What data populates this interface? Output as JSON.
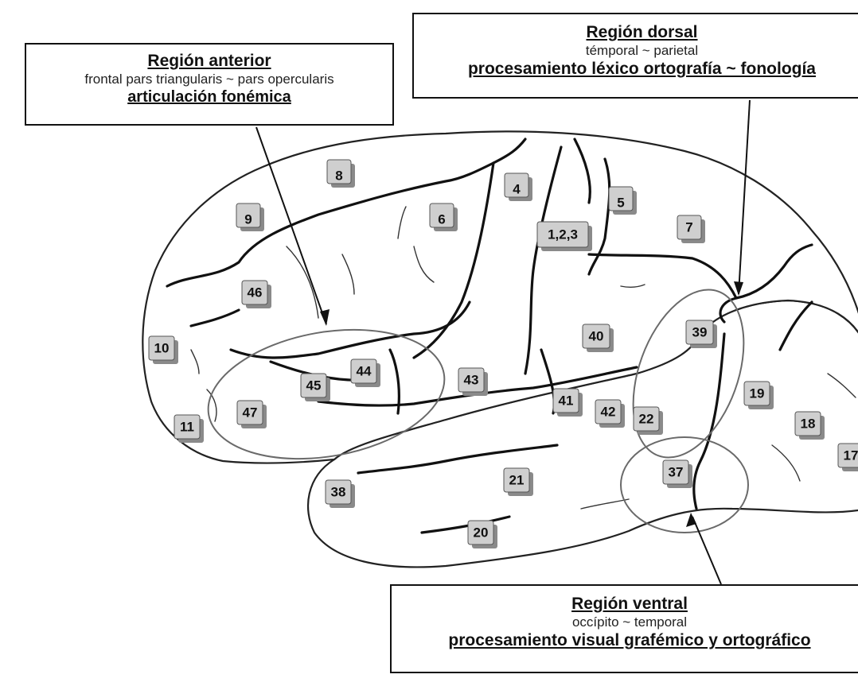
{
  "regions": {
    "anterior": {
      "title": "Región anterior",
      "location": "frontal pars triangularis ~ pars opercularis",
      "function": "articulación fonémica"
    },
    "dorsal": {
      "title": "Región dorsal",
      "location": "témporal ~ parietal",
      "function": "procesamiento léxico ortografía ~ fonología"
    },
    "ventral": {
      "title": "Región ventral",
      "location": "occípito ~ temporal",
      "function": "procesamiento visual grafémico y ortográfico"
    }
  },
  "brodmann_areas": [
    "8",
    "4",
    "9",
    "6",
    "5",
    "1,2,3",
    "7",
    "46",
    "39",
    "40",
    "10",
    "44",
    "45",
    "43",
    "19",
    "41",
    "42",
    "47",
    "22",
    "18",
    "11",
    "17",
    "21",
    "37",
    "38",
    "20"
  ],
  "colors": {
    "label_fill": "#cfcfcf",
    "label_shadow": "#8a8a8a",
    "sulcus": "#111111",
    "outline": "#222222",
    "region_circle": "#6a6a6a"
  }
}
